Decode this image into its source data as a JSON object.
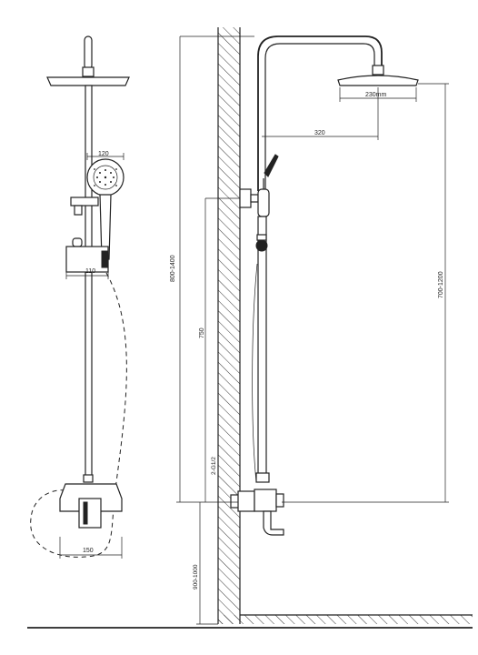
{
  "dimensions": {
    "front": {
      "hand_shower_width": "120",
      "holder_width": "110",
      "mixer_width": "150"
    },
    "side": {
      "head_diameter": "230mm",
      "arm_reach": "320",
      "wall_height": "800-1400",
      "head_height": "700-1200",
      "rail_length": "750",
      "inlet_thread": "2-G1/2",
      "mixer_height": "900-1000"
    }
  },
  "colors": {
    "line": "#222222",
    "background": "#ffffff"
  }
}
